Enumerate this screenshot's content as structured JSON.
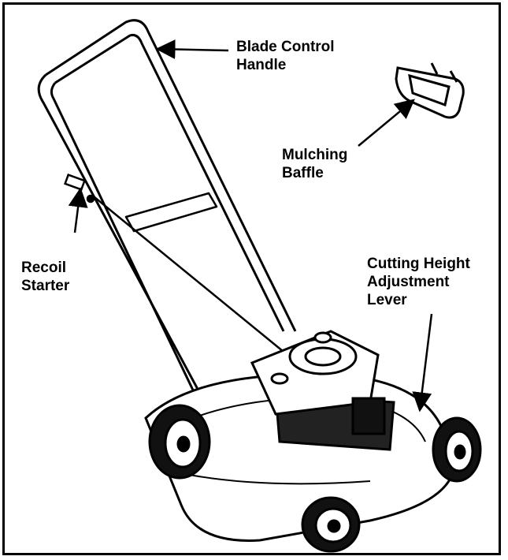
{
  "labels": {
    "blade_control_handle": [
      "Blade Control",
      "Handle"
    ],
    "mulching_baffle": [
      "Mulching",
      "Baffle"
    ],
    "recoil_starter": [
      "Recoil",
      "Starter"
    ],
    "cutting_height": [
      "Cutting Height",
      "Adjustment",
      "Lever"
    ]
  },
  "colors": {
    "ink": "#000000",
    "paper": "#ffffff",
    "shade": "#d9d9d9"
  }
}
